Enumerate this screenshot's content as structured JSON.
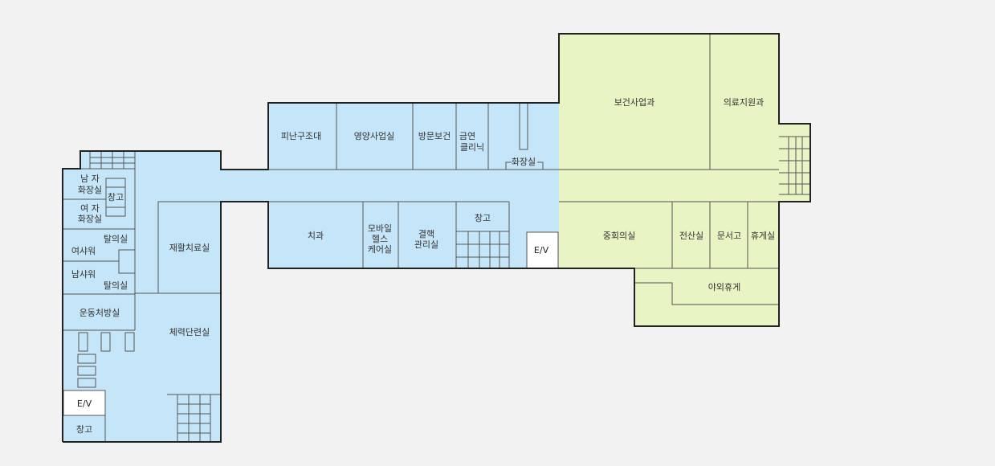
{
  "colors": {
    "background": "#f2f2f2",
    "zone_blue": "#c5e6f8",
    "zone_green": "#e8f4c3",
    "elevator": "#ffffff",
    "wall": "#222222",
    "line": "#555555",
    "text": "#333333"
  },
  "rooms": {
    "evacuation": "피난구조대",
    "nutrition": "영양사업실",
    "visiting_health": "방문보건",
    "smoking_clinic_1": "금연",
    "smoking_clinic_2": "클리닉",
    "restroom_top": "화장실",
    "health_projects": "보건사업과",
    "medical_support": "의료지원과",
    "dental": "치과",
    "mobile_1": "모바일",
    "mobile_2": "헬스",
    "mobile_3": "케어실",
    "tb_1": "결핵",
    "tb_2": "관리실",
    "storage_mid": "창고",
    "ev_mid": "E/V",
    "conference": "중회의실",
    "it_room": "전산실",
    "archive": "문서고",
    "lounge": "휴게실",
    "outdoor_lounge": "야외휴게",
    "men_restroom_1": "남 자",
    "men_restroom_2": "화장실",
    "women_restroom_1": "여 자",
    "women_restroom_2": "화장실",
    "storage_left": "창고",
    "locker_top": "탈의실",
    "women_shower": "여샤워",
    "men_shower": "남샤워",
    "locker_bottom": "탈의실",
    "exercise_rx": "운동처방실",
    "rehab": "재활치료실",
    "fitness": "체력단련실",
    "ev_left": "E/V",
    "storage_bottom": "창고"
  }
}
